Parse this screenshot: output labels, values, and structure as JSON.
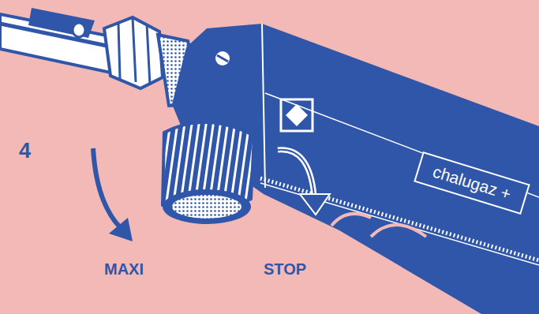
{
  "diagram": {
    "nodes": [
      {
        "text": [
          "chalugaz +"
        ]
      }
    ],
    "labels": [
      "4",
      "MAXI",
      "STOP"
    ]
  }
}
